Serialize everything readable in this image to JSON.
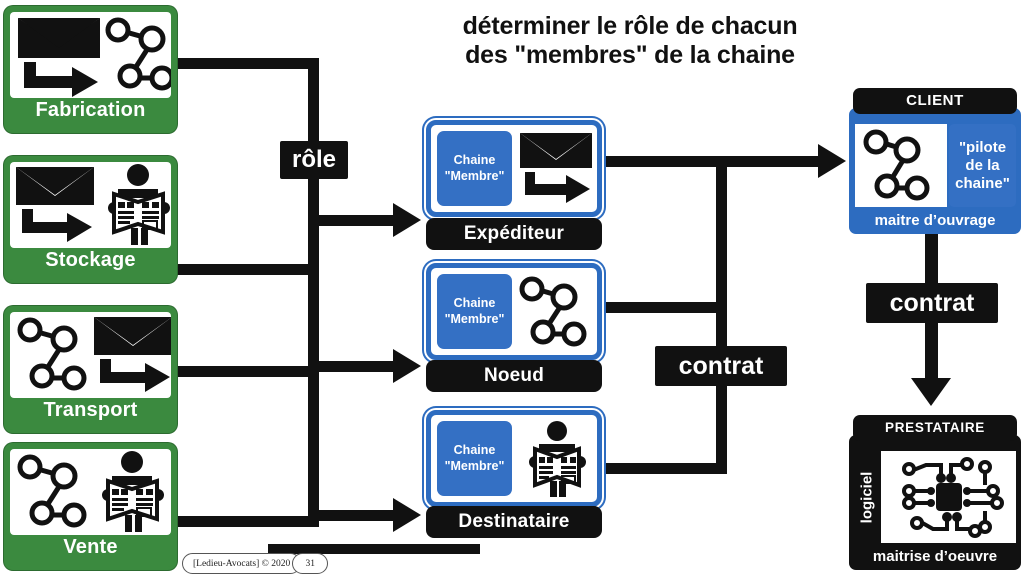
{
  "slide": {
    "title_line1": "déterminer le rôle de chacun",
    "title_line2": "des \"membres\" de la chaine",
    "colors": {
      "green": "#3b8a3f",
      "blue": "#2d6cc0",
      "blue_light": "#3470c4",
      "black": "#111111",
      "white": "#ffffff"
    }
  },
  "left_column": {
    "items": [
      {
        "label": "Fabrication",
        "icons": [
          "envelope-arrow-icon",
          "network-nodes-icon"
        ]
      },
      {
        "label": "Stockage",
        "icons": [
          "envelope-arrow-icon",
          "person-newspaper-icon"
        ]
      },
      {
        "label": "Transport",
        "icons": [
          "network-nodes-icon",
          "envelope-arrow-icon"
        ]
      },
      {
        "label": "Vente",
        "icons": [
          "network-nodes-icon",
          "person-newspaper-icon"
        ]
      }
    ]
  },
  "middle_column": {
    "chip_line1": "Chaine",
    "chip_line2": "\"Membre\"",
    "items": [
      {
        "label": "Expéditeur",
        "icon": "envelope-arrow-icon"
      },
      {
        "label": "Noeud",
        "icon": "network-nodes-icon"
      },
      {
        "label": "Destinataire",
        "icon": "person-newspaper-icon"
      }
    ]
  },
  "right_column": {
    "client": {
      "header": "CLIENT",
      "badge_line1": "\"pilote",
      "badge_line2": "de la",
      "badge_line3": "chaine\"",
      "footer": "maitre d’ouvrage",
      "icon": "network-nodes-icon"
    },
    "prestataire": {
      "header": "PRESTATAIRE",
      "side_label": "logiciel",
      "footer": "maitrise d’oeuvre",
      "icon": "microchip-icon"
    }
  },
  "connectors": {
    "role_label": "rôle",
    "contrat_mid_label": "contrat",
    "contrat_right_label": "contrat"
  },
  "footer": {
    "credit": "[Ledieu-Avocats] © 2020",
    "page_number": "31"
  }
}
